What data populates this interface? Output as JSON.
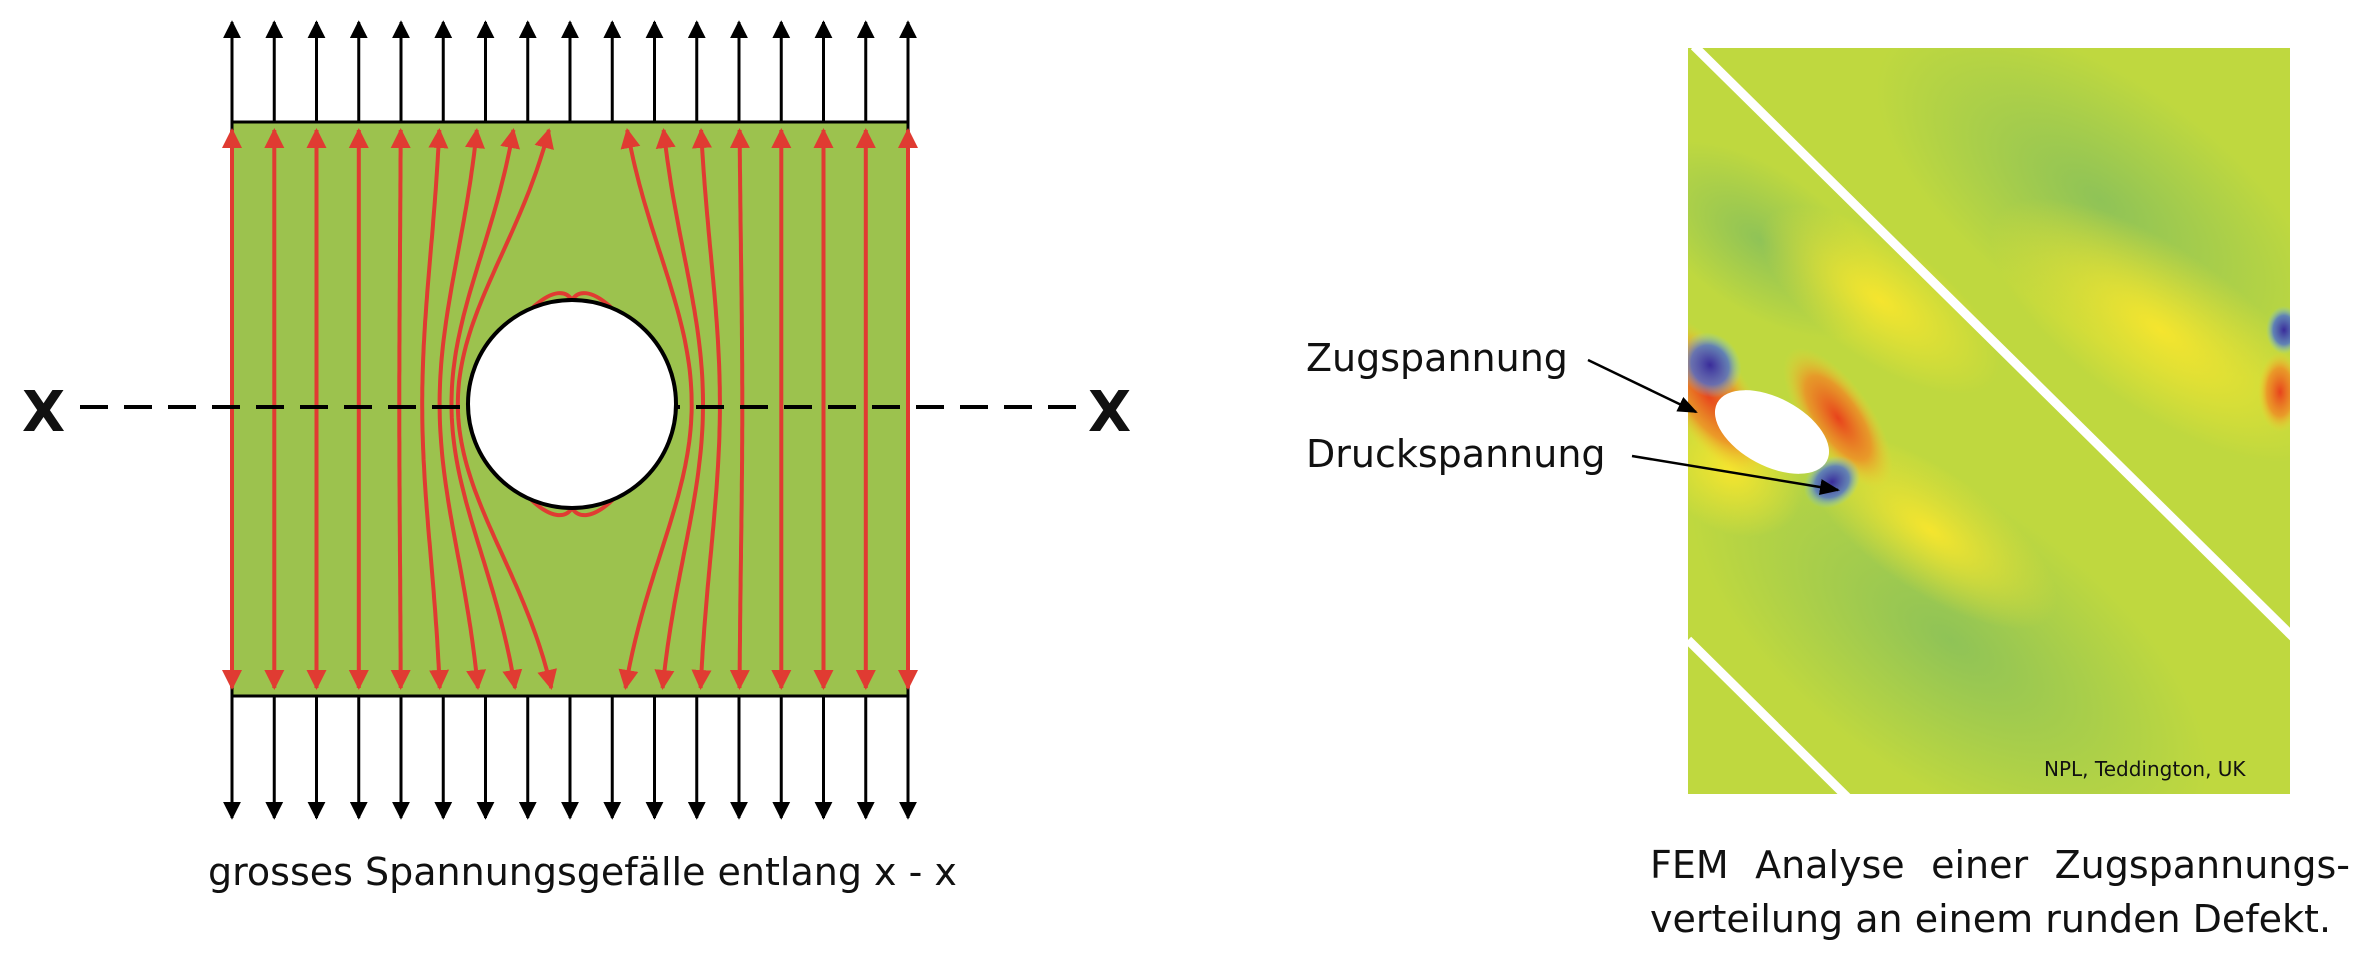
{
  "left_diagram": {
    "axis_label_left": "X",
    "axis_label_right": "X",
    "caption": "grosses Spannungsgefälle entlang x - x",
    "colors": {
      "plate": "#9cc24e",
      "stress_lines": "#e03b32",
      "outline": "#000000"
    }
  },
  "right_figure": {
    "label_tension": "Zugspannung",
    "label_compression": "Druckspannung",
    "credit": "NPL, Teddington, UK",
    "caption_line1": "FEM Analyse einer Zugspannungs-",
    "caption_line2": "verteilung an einem runden Defekt."
  }
}
